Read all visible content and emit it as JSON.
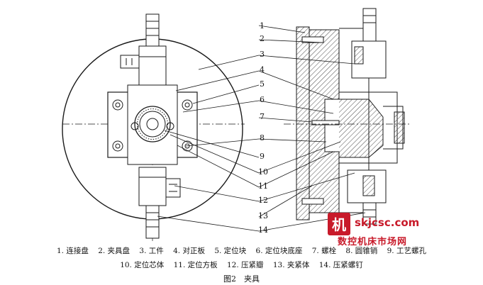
{
  "callouts": [
    "1",
    "2",
    "3",
    "4",
    "5",
    "6",
    "7",
    "8",
    "9",
    "10",
    "11",
    "12",
    "13",
    "14"
  ],
  "legend": {
    "line1": [
      "1. 连接盘",
      "2. 夹具盘",
      "3. 工件",
      "4. 对正板",
      "5. 定位块",
      "6. 定位块底座",
      "7. 螺栓",
      "8. 圆锥销",
      "9. 工艺螺孔"
    ],
    "line2": [
      "10. 定位芯体",
      "11. 定位方板",
      "12. 压紧瓣",
      "13. 夹紧体",
      "14. 压紧螺钉"
    ]
  },
  "caption": "图2　夹具",
  "watermark": {
    "logo_char": "机",
    "url": "skjcsc.com",
    "subtitle": "数控机床市场网"
  },
  "colors": {
    "line": "#1a1a1a",
    "hatch": "#333333",
    "watermark_red": "#c81a2a"
  }
}
